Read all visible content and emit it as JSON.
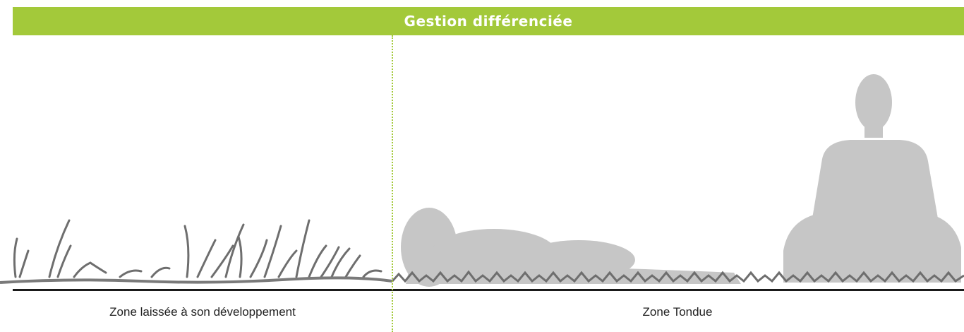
{
  "header": {
    "title": "Gestion différenciée"
  },
  "zones": {
    "left_label": "Zone laissée à son développement",
    "right_label": "Zone Tondue"
  },
  "colors": {
    "accent": "#a3c93a",
    "grass": "#6e6e6e",
    "figures": "#c6c6c6"
  }
}
